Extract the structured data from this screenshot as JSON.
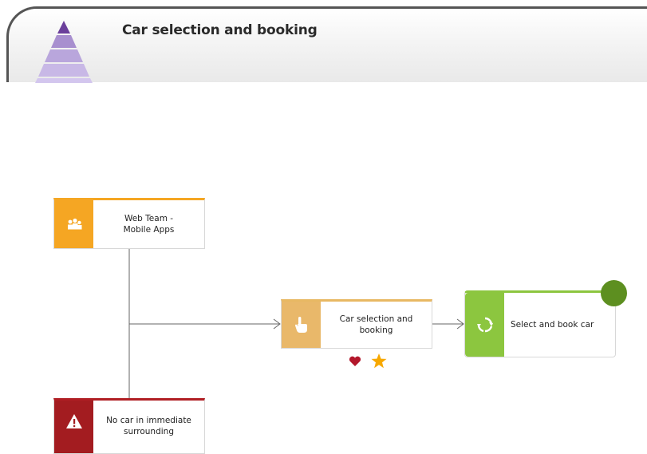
{
  "header": {
    "title": "Car selection and booking"
  },
  "nodes": {
    "web_team": {
      "label": "Web Team - Mobile Apps",
      "color": "#f5a623",
      "icon": "people-icon"
    },
    "car_selection": {
      "label": "Car selection and booking",
      "color": "#e9b86a",
      "icon": "hand-pointer-icon"
    },
    "select_book": {
      "label": "Select and book car",
      "color": "#8cc63f",
      "icon": "cycle-arrows-icon"
    },
    "no_car": {
      "label": "No car in immediate surrounding",
      "color": "#a31c20",
      "icon": "warning-icon"
    }
  },
  "badges": {
    "heart_color": "#b3172b",
    "star_color": "#f7a800"
  },
  "end_event": {
    "color": "#5d8f20"
  }
}
